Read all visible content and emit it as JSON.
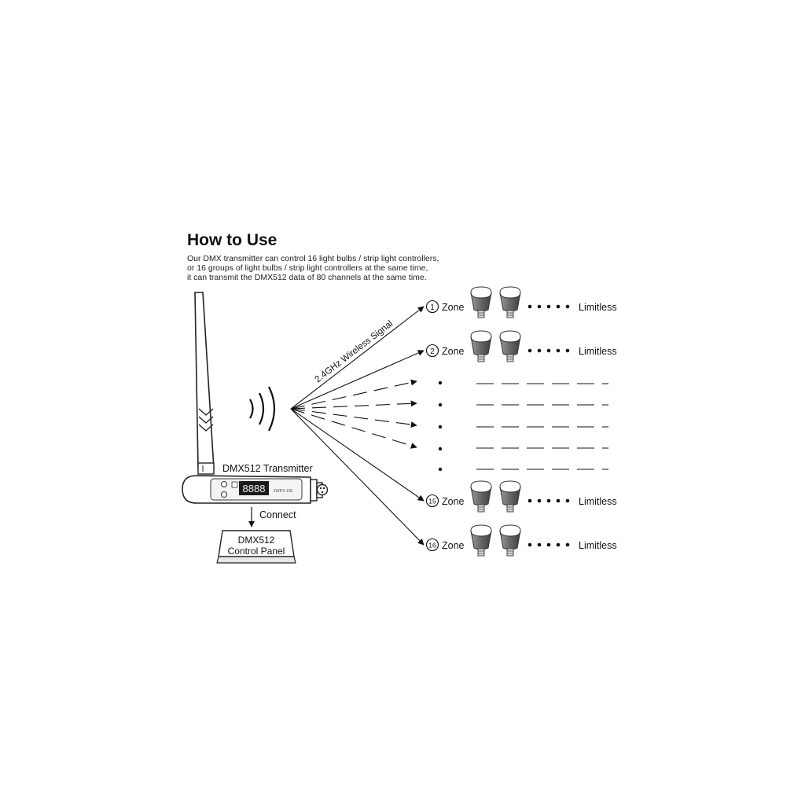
{
  "header": {
    "title": "How to Use",
    "description_lines": [
      "Our DMX transmitter can control 16 light bulbs / strip light controllers,",
      "or 16 groups of light bulbs / strip light controllers at the same time,",
      "it can transmit the DMX512 data of 80 channels at the same time."
    ]
  },
  "transmitter": {
    "label": "DMX512 Transmitter",
    "display": "8888",
    "brand_mark": "JWPX-DE"
  },
  "connect_label": "Connect",
  "control_panel": {
    "line1": "DMX512",
    "line2": "Control Panel"
  },
  "signal_label": "2.4GHz Wireless Signal",
  "zones": [
    {
      "number": "1",
      "label": "Zone",
      "suffix": "Limitless"
    },
    {
      "number": "2",
      "label": "Zone",
      "suffix": "Limitless"
    },
    {
      "number": "15",
      "label": "Zone",
      "suffix": "Limitless"
    },
    {
      "number": "16",
      "label": "Zone",
      "suffix": "Limitless"
    }
  ],
  "icons": [
    "antenna-icon",
    "wireless-waves-icon",
    "light-bulb-icon",
    "arrow-down-icon",
    "xlr-connector-icon"
  ]
}
